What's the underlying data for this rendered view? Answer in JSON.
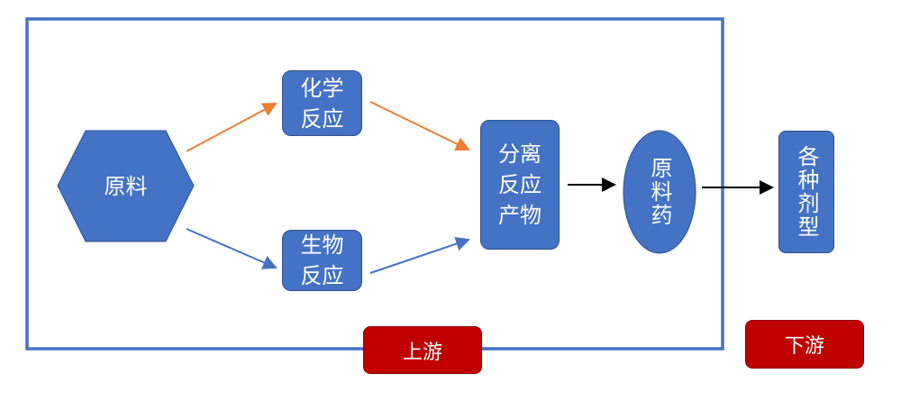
{
  "nodes": {
    "raw_material": "原料",
    "chemical_reaction": [
      "化学",
      "反应"
    ],
    "biological_reaction": [
      "生物",
      "反应"
    ],
    "separation_product": [
      "分离",
      "反应",
      "产物"
    ],
    "api": "原料药",
    "dosage_forms": "各种剂型"
  },
  "labels": {
    "upstream": "上游",
    "downstream": "下游"
  },
  "colors": {
    "node": "#4472C4",
    "orange_arrow": "#ED7D31",
    "label": "#C00000"
  }
}
